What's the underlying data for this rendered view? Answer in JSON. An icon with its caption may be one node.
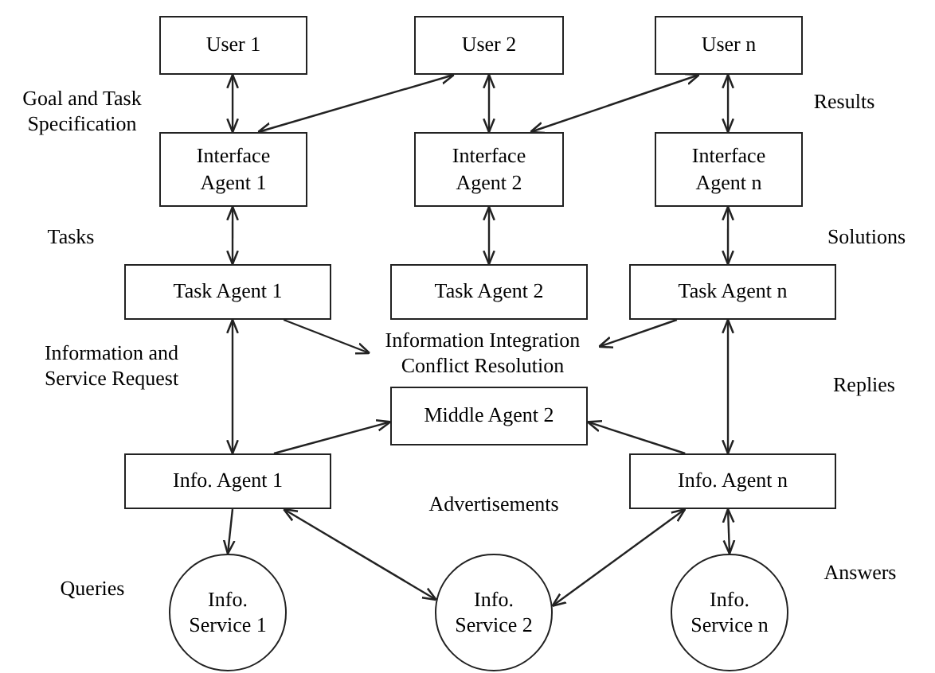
{
  "diagram": {
    "nodes": [
      {
        "text": [
          "User 1"
        ]
      },
      {
        "text": [
          "User 2"
        ]
      },
      {
        "text": [
          "User n"
        ]
      },
      {
        "text": [
          "Interface Agent 1"
        ]
      },
      {
        "text": [
          "Interface Agent 2"
        ]
      },
      {
        "text": [
          "Interface Agent n"
        ]
      },
      {
        "text": [
          "Task Agent 1"
        ]
      },
      {
        "text": [
          "Task Agent 2"
        ]
      },
      {
        "text": [
          "Task Agent n"
        ]
      },
      {
        "text": [
          "Information Integration Conflict Resolution"
        ]
      },
      {
        "text": [
          "Middle Agent 2"
        ]
      },
      {
        "text": [
          "Info. Agent 1"
        ]
      },
      {
        "text": [
          "Info. Agent n"
        ]
      },
      {
        "text": [
          "Info. Service 1"
        ]
      },
      {
        "text": [
          "Info. Service 2"
        ]
      },
      {
        "text": [
          "Info. Service n"
        ]
      }
    ],
    "edges": [
      {
        "from": 0,
        "to": 3,
        "arrow": "both"
      },
      {
        "from": 3,
        "to": 1,
        "arrow": "both"
      },
      {
        "from": 1,
        "to": 4,
        "arrow": "both"
      },
      {
        "from": 4,
        "to": 2,
        "arrow": "both"
      },
      {
        "from": 2,
        "to": 5,
        "arrow": "both"
      },
      {
        "from": 3,
        "to": 6,
        "arrow": "both"
      },
      {
        "from": 4,
        "to": 7,
        "arrow": "both"
      },
      {
        "from": 5,
        "to": 8,
        "arrow": "both"
      },
      {
        "from": 6,
        "to": 9,
        "arrow": "to"
      },
      {
        "from": 8,
        "to": 9,
        "arrow": "to"
      },
      {
        "from": 6,
        "to": 11,
        "arrow": "both"
      },
      {
        "from": 8,
        "to": 12,
        "arrow": "both"
      },
      {
        "from": 11,
        "to": 10,
        "arrow": "to"
      },
      {
        "from": 12,
        "to": 10,
        "arrow": "to"
      },
      {
        "from": 11,
        "to": 13,
        "arrow": "to"
      },
      {
        "from": 11,
        "to": 14,
        "arrow": "both"
      },
      {
        "from": 12,
        "to": 14,
        "arrow": "both"
      },
      {
        "from": 12,
        "to": 15,
        "arrow": "both"
      }
    ],
    "labels": [
      "Goal and Task Specification",
      "Results",
      "Tasks",
      "Solutions",
      "Information and Service Request",
      "Replies",
      "Advertisements",
      "Queries",
      "Answers"
    ]
  }
}
